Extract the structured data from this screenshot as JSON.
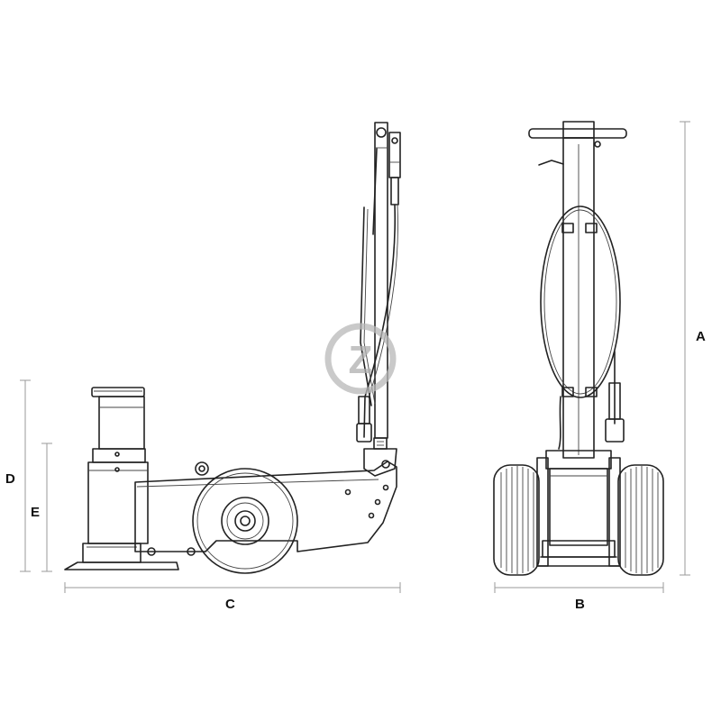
{
  "dimension_labels": {
    "A": "A",
    "B": "B",
    "C": "C",
    "D": "D",
    "E": "E"
  },
  "watermark": {
    "text": "Z",
    "color": "#b0b0b0"
  },
  "colors": {
    "line": "#222222",
    "dimension": "#9a9a9a",
    "background": "#ffffff"
  }
}
